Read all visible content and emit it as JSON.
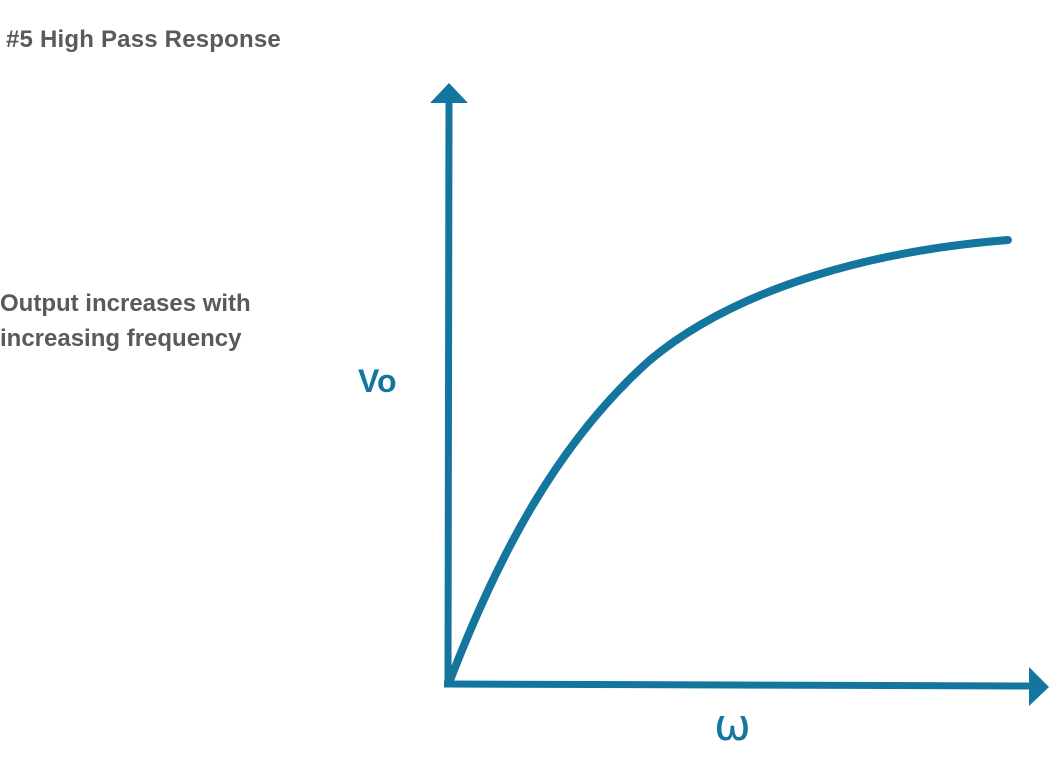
{
  "title": "#5 High Pass Response",
  "caption": {
    "line1": "Output increases with",
    "line2": "increasing frequency"
  },
  "axes": {
    "y_label": "Vo",
    "x_label": "ω",
    "color": "#14769e"
  },
  "text_color": "#5a5a5a",
  "chart_data": {
    "type": "line",
    "title": "#5 High Pass Response",
    "xlabel": "ω",
    "ylabel": "Vo",
    "annotation": "Output increases with increasing frequency",
    "grid": false,
    "ticks": "none",
    "x": [
      0,
      0.1,
      0.2,
      0.3,
      0.4,
      0.5,
      0.6,
      0.7,
      0.8,
      0.9,
      1.0
    ],
    "series": [
      {
        "name": "High pass response",
        "values": [
          0,
          0.3,
          0.52,
          0.66,
          0.75,
          0.81,
          0.85,
          0.88,
          0.9,
          0.92,
          0.93
        ]
      }
    ],
    "xlim": [
      0,
      1
    ],
    "ylim": [
      0,
      1
    ]
  }
}
